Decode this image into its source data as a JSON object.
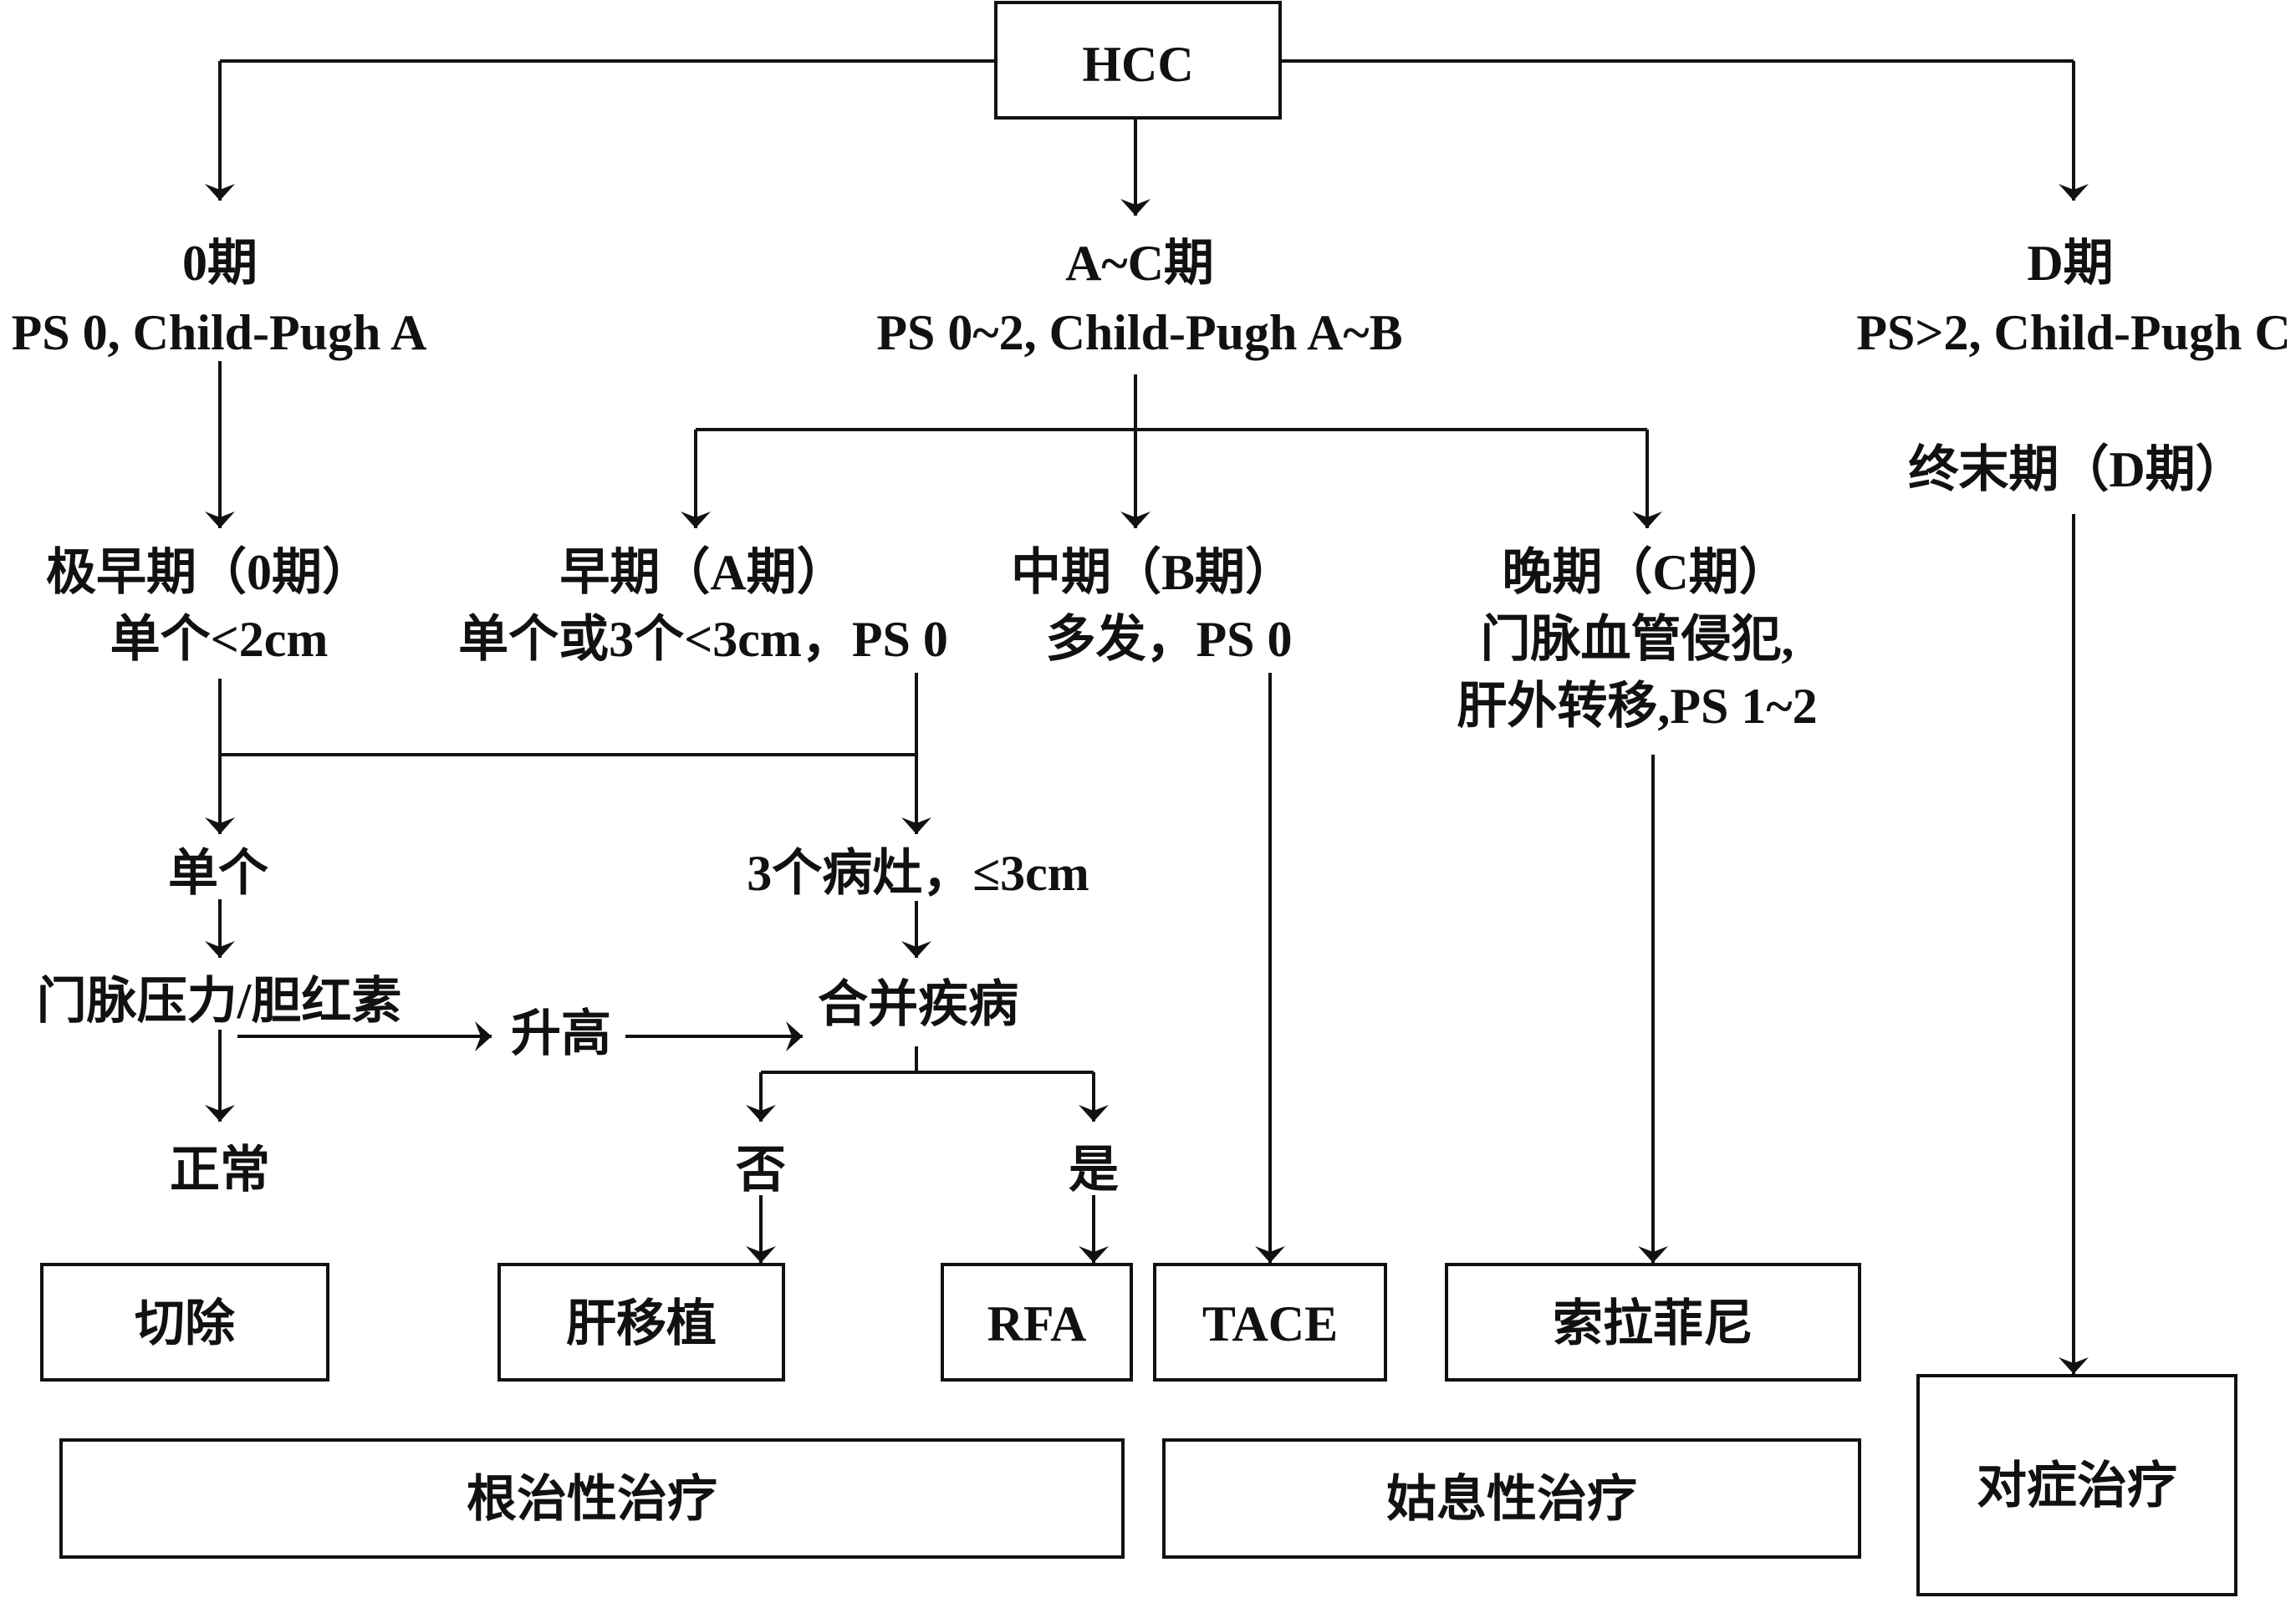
{
  "root": "HCC",
  "branch_left": {
    "stage": "0期",
    "criteria": "PS 0, Child-Pugh A"
  },
  "branch_mid": {
    "stage": "A~C期",
    "criteria": "PS 0~2, Child-Pugh A~B"
  },
  "branch_right": {
    "stage": "D期",
    "criteria": "PS>2, Child-Pugh C"
  },
  "very_early": {
    "title": "极早期（0期）",
    "detail": "单个<2cm"
  },
  "early": {
    "title": "早期（A期）",
    "detail": "单个或3个<3cm，PS 0"
  },
  "intermediate": {
    "title": "中期（B期）",
    "detail": "多发，PS 0"
  },
  "advanced": {
    "title": "晚期（C期）",
    "detail1": "门脉血管侵犯,",
    "detail2": "肝外转移,PS 1~2"
  },
  "terminal": {
    "title": "终末期（D期）"
  },
  "single": "单个",
  "three_lesions": "3个病灶，≤3cm",
  "portal_pressure": "门脉压力/胆红素",
  "elevated": "升高",
  "normal": "正常",
  "comorbidity": "合并疾病",
  "no": "否",
  "yes": "是",
  "treatments": {
    "resection": "切除",
    "transplant": "肝移植",
    "rfa": "RFA",
    "tace": "TACE",
    "sorafenib": "索拉菲尼",
    "symptomatic": "对症治疗"
  },
  "categories": {
    "curative": "根治性治疗",
    "palliative": "姑息性治疗"
  }
}
